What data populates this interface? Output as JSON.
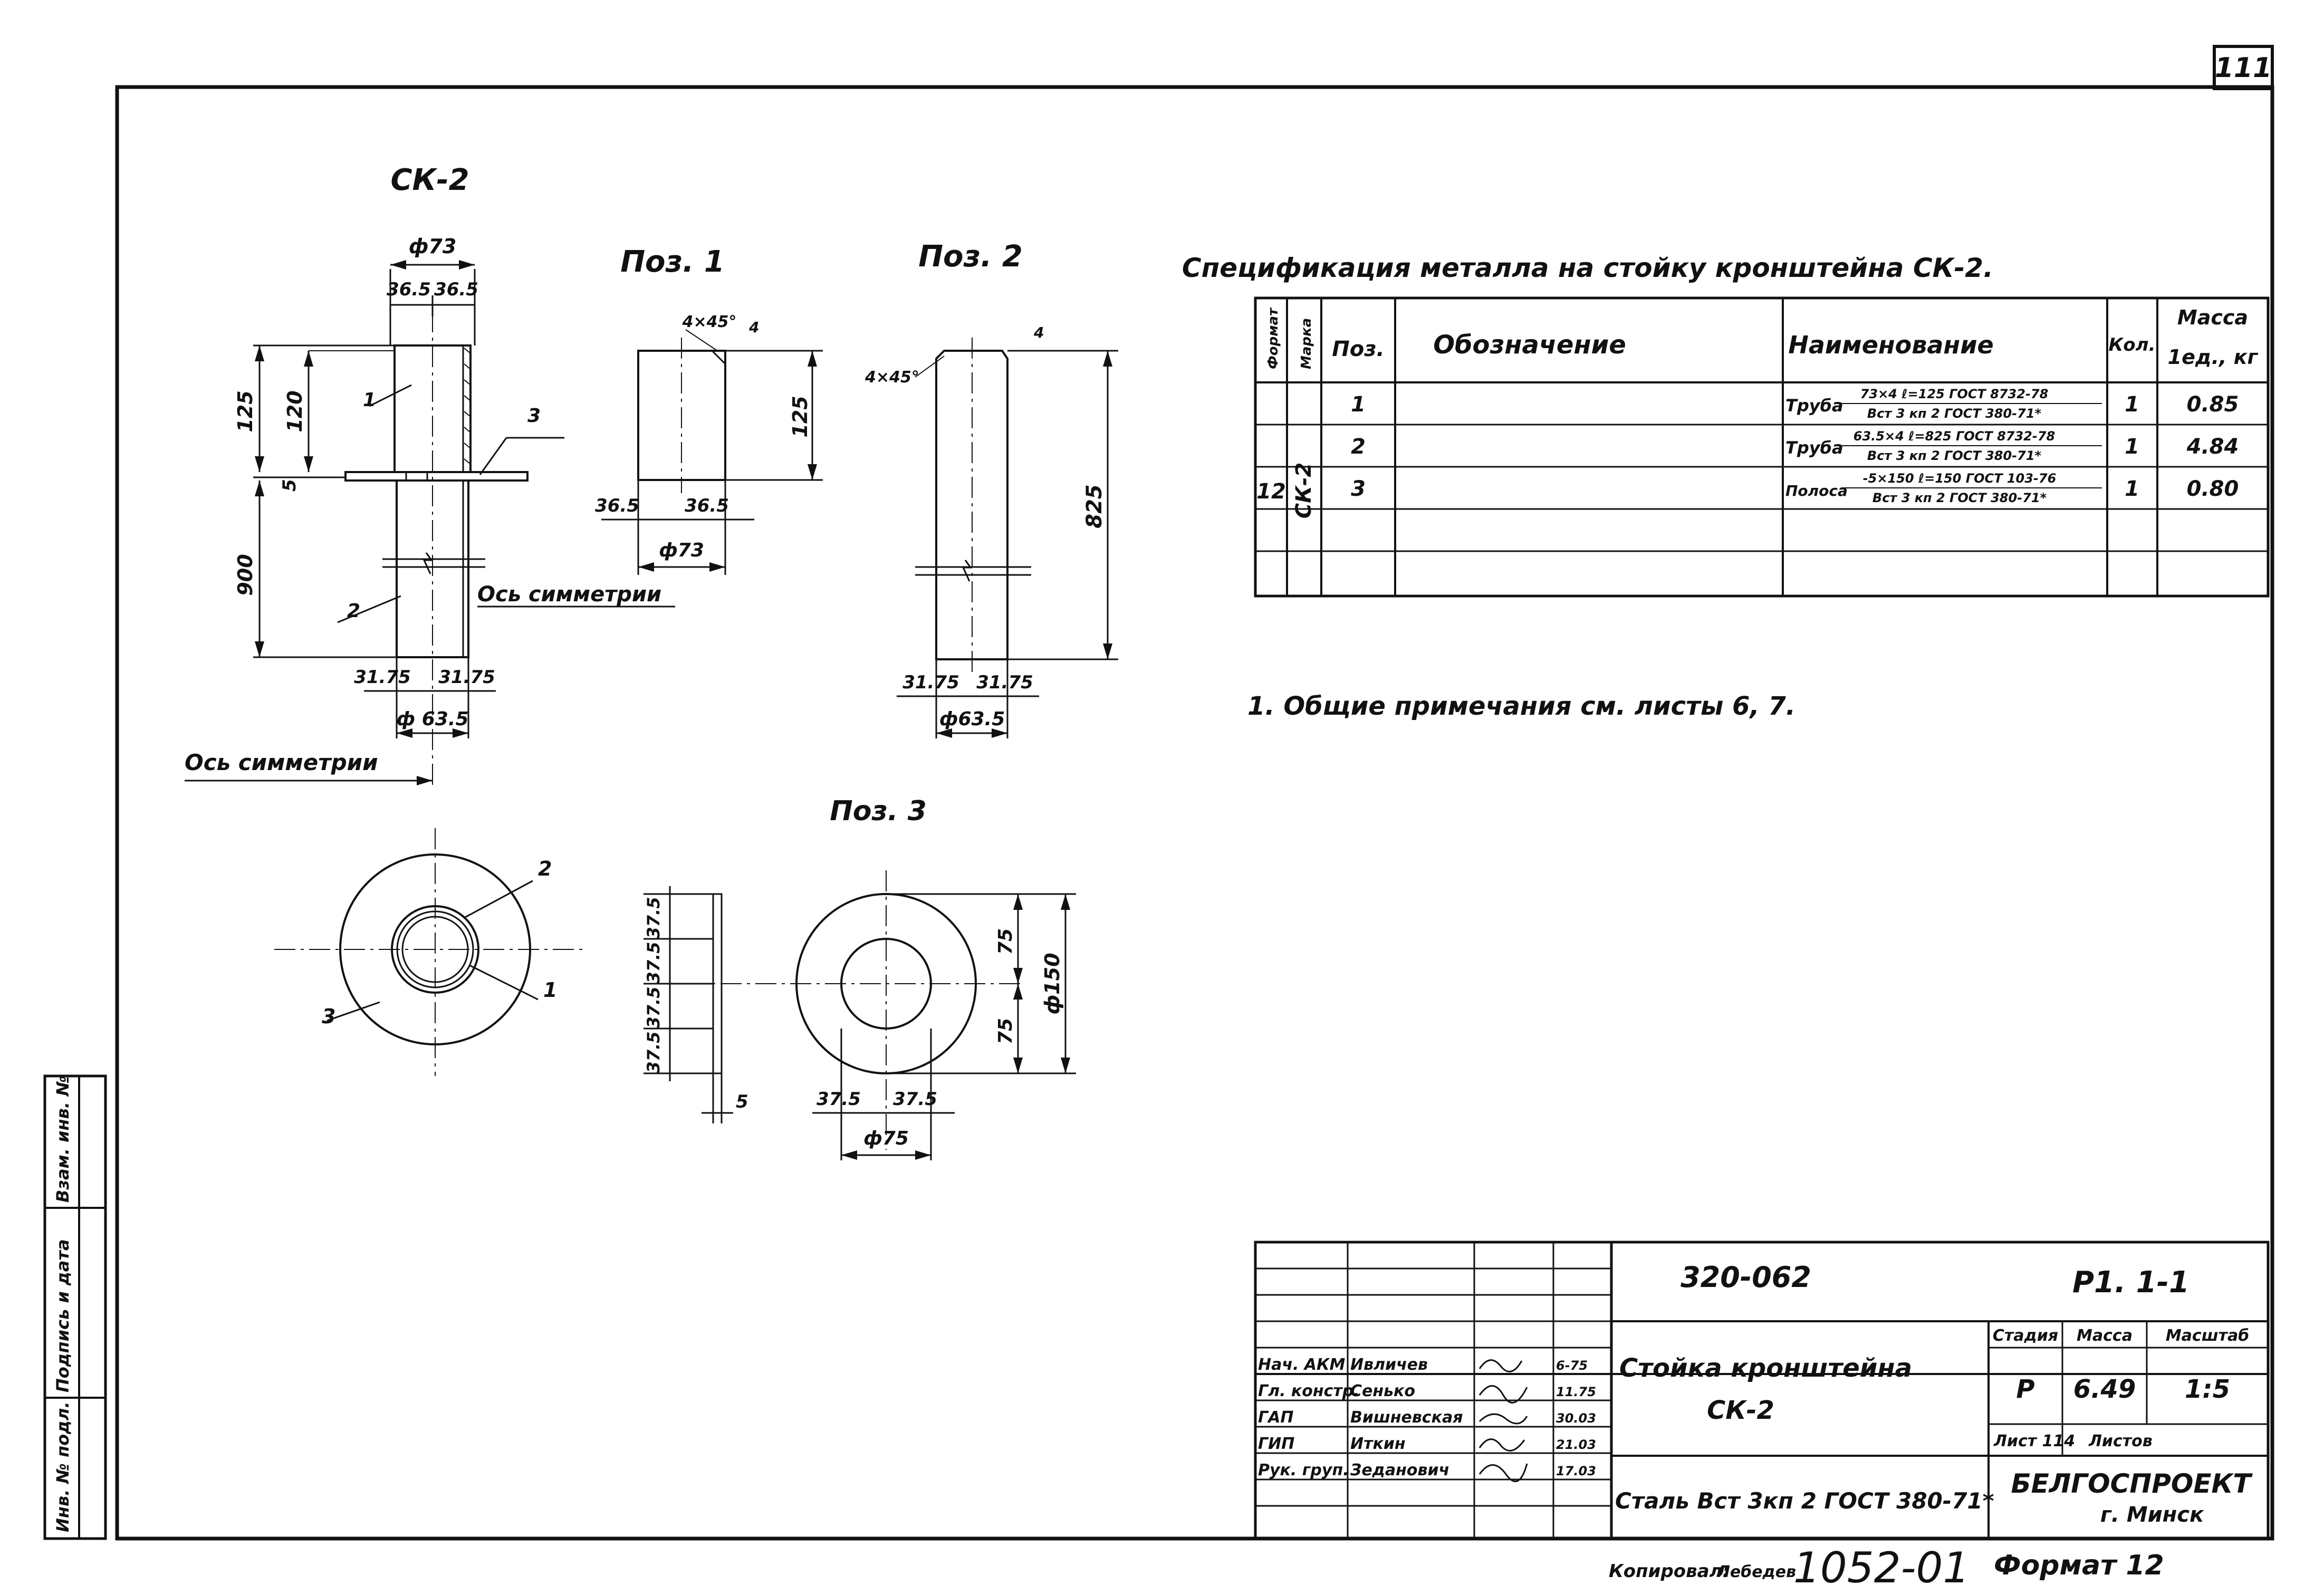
{
  "page_number": "111",
  "notes": {
    "note1": "1. Общие примечания см. листы 6, 7."
  },
  "drawings": {
    "main": {
      "title": "СК-2",
      "dim_d73": "ф73",
      "dim_365a": "36.5",
      "dim_365b": "36.5",
      "dim_125": "125",
      "dim_120": "120",
      "dim_5": "5",
      "dim_900": "900",
      "dim_3175a": "31.75",
      "dim_3175b": "31.75",
      "dim_d635": "ф 63.5",
      "callout_1": "1",
      "callout_2": "2",
      "callout_3": "3",
      "axis_label": "Ось симметрии"
    },
    "axis_label_left": "Ось симметрии",
    "pos1": {
      "title": "Поз. 1",
      "chamfer": "4×45°",
      "dim_4": "4",
      "dim_125": "125",
      "dim_365a": "36.5",
      "dim_365b": "36.5",
      "dim_d73": "ф73"
    },
    "pos2": {
      "title": "Поз. 2",
      "chamfer": "4×45°",
      "dim_4": "4",
      "dim_825": "825",
      "dim_3175a": "31.75",
      "dim_3175b": "31.75",
      "dim_d635": "ф63.5"
    },
    "pos3": {
      "title": "Поз. 3",
      "dim_375a": "37.5",
      "dim_375b": "37.5",
      "dim_375c": "37.5",
      "dim_375d": "37.5",
      "dim_75a": "75",
      "dim_75b": "75",
      "dim_d150": "ф150",
      "dim_5": "5",
      "dim_375e": "37.5",
      "dim_375f": "37.5",
      "dim_d75": "ф75"
    },
    "plan": {
      "callout_1": "1",
      "callout_2": "2",
      "callout_3": "3"
    }
  },
  "spec": {
    "title": "Спецификация металла на стойку кронштейна СК-2.",
    "headers": {
      "format": "Формат",
      "marka": "Марка",
      "pos": "Поз.",
      "designation": "Обозначение",
      "name": "Наименование",
      "qty": "Кол.",
      "mass_top": "Масса",
      "mass_bottom": "1ед., кг"
    },
    "group_format": "12",
    "group_marka": "СК-2",
    "rows": [
      {
        "pos": "1",
        "name_prefix": "Труба",
        "name_top": "73×4 ℓ=125 ГОСТ 8732-78",
        "name_bottom": "Вст 3 кп 2 ГОСТ 380-71*",
        "qty": "1",
        "mass": "0.85"
      },
      {
        "pos": "2",
        "name_prefix": "Труба",
        "name_top": "63.5×4 ℓ=825 ГОСТ 8732-78",
        "name_bottom": "Вст 3 кп 2 ГОСТ 380-71*",
        "qty": "1",
        "mass": "4.84"
      },
      {
        "pos": "3",
        "name_prefix": "Полоса",
        "name_top": "-5×150 ℓ=150 ГОСТ 103-76",
        "name_bottom": "Вст 3 кп 2 ГОСТ 380-71*",
        "qty": "1",
        "mass": "0.80"
      }
    ]
  },
  "side_stamp": {
    "field1": "Инв. № подл.",
    "field2": "Подпись и дата",
    "field3": "Взам. инв. №"
  },
  "title_block": {
    "project_code": "320-062",
    "sheet_ref": "Р1. 1-1",
    "drawing_title_1": "Стойка кронштейна",
    "drawing_title_2": "СК-2",
    "material": "Сталь Вст 3кп 2 ГОСТ 380-71*",
    "stage_h": "Стадия",
    "mass_h": "Масса",
    "scale_h": "Масштаб",
    "stage": "Р",
    "mass": "6.49",
    "scale": "1:5",
    "sheet_label": "Лист 114",
    "sheets_label": "Листов",
    "org_1": "БЕЛГОСПРОЕКТ",
    "org_2": "г. Минск",
    "staff": [
      {
        "role": "Нач. АКМ",
        "name": "Ивличев",
        "date": "6-75"
      },
      {
        "role": "Гл. констр.",
        "name": "Сенько",
        "date": "11.75"
      },
      {
        "role": "ГАП",
        "name": "Вишневская",
        "date": "30.03"
      },
      {
        "role": "ГИП",
        "name": "Иткин",
        "date": "21.03"
      },
      {
        "role": "Рук. груп.",
        "name": "Зеданович",
        "date": "17.03"
      }
    ]
  },
  "footer": {
    "copied_label": "Копировал:",
    "copied_sign": "Лебедев",
    "doc_number": "1052-01",
    "format_label": "Формат 12"
  }
}
